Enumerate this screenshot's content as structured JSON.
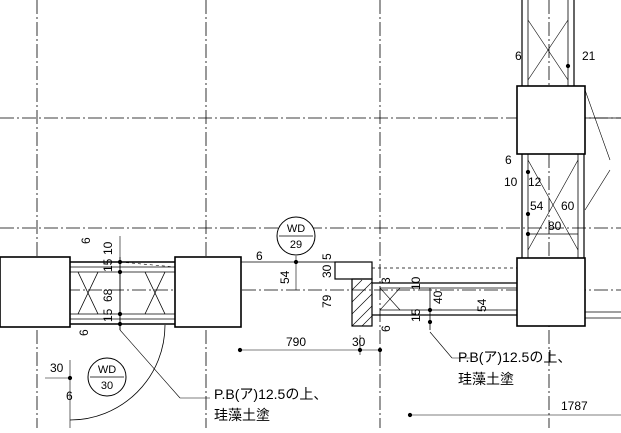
{
  "tags": [
    {
      "code": "WD",
      "num": "29"
    },
    {
      "code": "WD",
      "num": "30"
    }
  ],
  "notes": [
    {
      "line1": "P.B(ア)12.5の上、",
      "line2": "珪藻土塗"
    },
    {
      "line1": "P.B(ア)12.5の上、",
      "line2": "珪藻土塗"
    }
  ],
  "dims": {
    "left_wall": [
      "6",
      "10",
      "15",
      "68",
      "15",
      "6"
    ],
    "left_side": [
      "30",
      "6"
    ],
    "mid_wall": [
      "6",
      "54",
      "30",
      "5",
      "79"
    ],
    "bottom": [
      "790",
      "30"
    ],
    "right_wall": [
      "3",
      "10",
      "40",
      "54",
      "15",
      "6"
    ],
    "top_right": [
      "6",
      "21",
      "6",
      "10",
      "12",
      "54",
      "60",
      "80"
    ],
    "far_bottom": "1787"
  }
}
